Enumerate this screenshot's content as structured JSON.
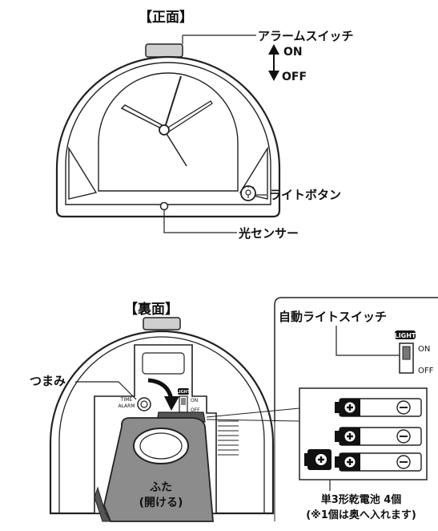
{
  "front": {
    "title": "【正面】",
    "alarm_switch_label": "アラームスイッチ",
    "alarm_on": "ON",
    "alarm_off": "OFF",
    "light_button_label": "ライトボタン",
    "light_sensor_label": "光センサー"
  },
  "back": {
    "title": "【裏面】",
    "knob_label": "つまみ",
    "knob_text_1": "TIME",
    "knob_text_2": "ALARM",
    "switch_small_light": "LIGHT",
    "switch_small_on": "ON",
    "switch_small_off": "OFF",
    "cover_label_1": "ふた",
    "cover_label_2": "(開ける)"
  },
  "inset": {
    "title": "自動ライトスイッチ",
    "light_badge": "LIGHT",
    "switch_on": "ON",
    "switch_off": "OFF",
    "battery_label_1": "単3形乾電池 4個",
    "battery_label_2": "(※1個は奥へ入れます)"
  }
}
